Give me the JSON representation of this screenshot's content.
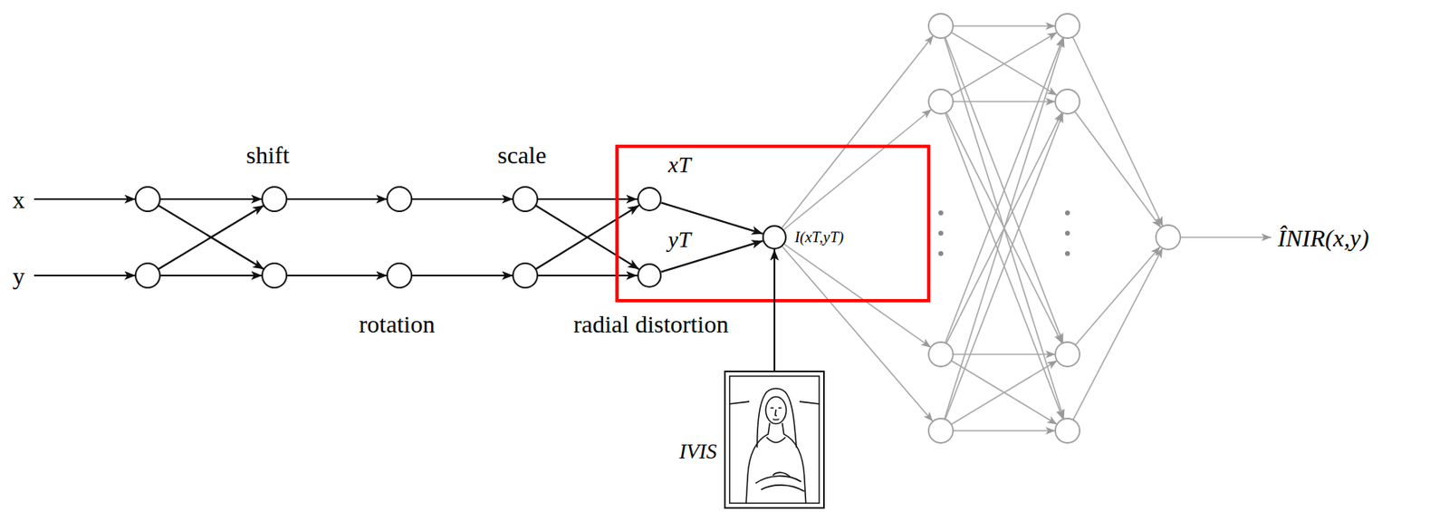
{
  "diagram": {
    "nodes": [
      {
        "text": [
          "xT"
        ]
      },
      {
        "text": [
          "yT"
        ]
      },
      {
        "text": [
          "I(xT,yT)"
        ]
      },
      {
        "text": [
          "IVIS"
        ]
      }
    ],
    "edges": [
      {
        "from": 0,
        "to": 2,
        "arrow": "to"
      },
      {
        "from": 1,
        "to": 2,
        "arrow": "to"
      },
      {
        "from": 3,
        "to": 2,
        "arrow": "to"
      }
    ],
    "labels": [
      "x",
      "y",
      "shift",
      "rotation",
      "scale",
      "radial distortion",
      "ÎNIR(x,y)"
    ]
  }
}
